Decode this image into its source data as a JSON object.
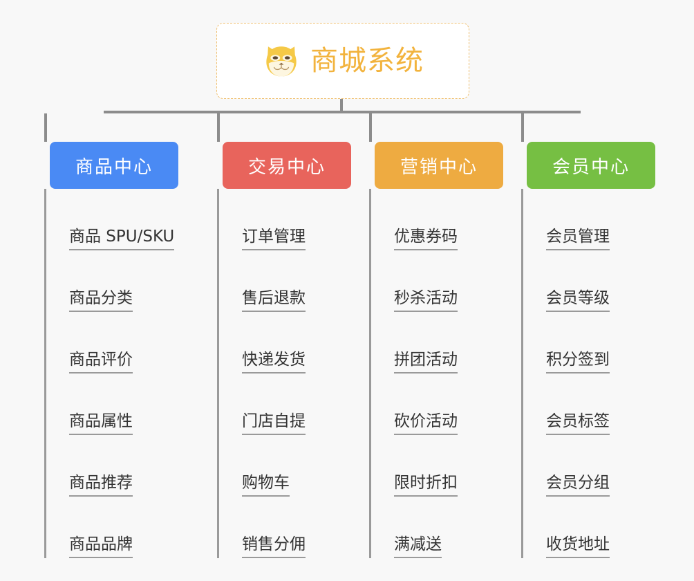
{
  "diagram": {
    "type": "org-tree",
    "background_color": "#f8f8f8",
    "root": {
      "title": "商城系统",
      "icon": "shiba-dog-face-icon",
      "text_color": "#f2b33d",
      "border_color": "#f0c070",
      "background_color": "#ffffff"
    },
    "connector_color": "#8c8c8c",
    "branches": [
      {
        "label": "商品中心",
        "color": "#4a8af4",
        "items": [
          "商品 SPU/SKU",
          "商品分类",
          "商品评价",
          "商品属性",
          "商品推荐",
          "商品品牌"
        ]
      },
      {
        "label": "交易中心",
        "color": "#e8645c",
        "items": [
          "订单管理",
          "售后退款",
          "快递发货",
          "门店自提",
          "购物车",
          "销售分佣"
        ]
      },
      {
        "label": "营销中心",
        "color": "#eeab41",
        "items": [
          "优惠券码",
          "秒杀活动",
          "拼团活动",
          "砍价活动",
          "限时折扣",
          "满减送"
        ]
      },
      {
        "label": "会员中心",
        "color": "#76bf43",
        "items": [
          "会员管理",
          "会员等级",
          "积分签到",
          "会员标签",
          "会员分组",
          "收货地址"
        ]
      }
    ]
  }
}
